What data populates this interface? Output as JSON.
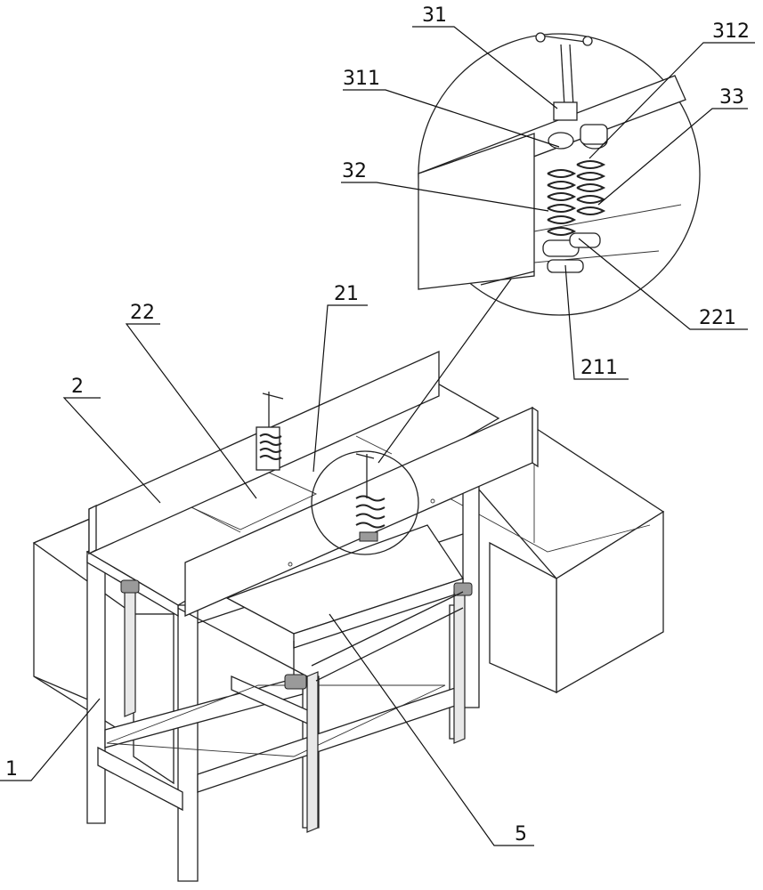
{
  "labels": {
    "l31": "31",
    "l312": "312",
    "l311": "311",
    "l33": "33",
    "l32": "32",
    "l221": "221",
    "l211": "211",
    "l21": "21",
    "l22": "22",
    "l2": "2",
    "l1": "1",
    "l5": "5"
  }
}
